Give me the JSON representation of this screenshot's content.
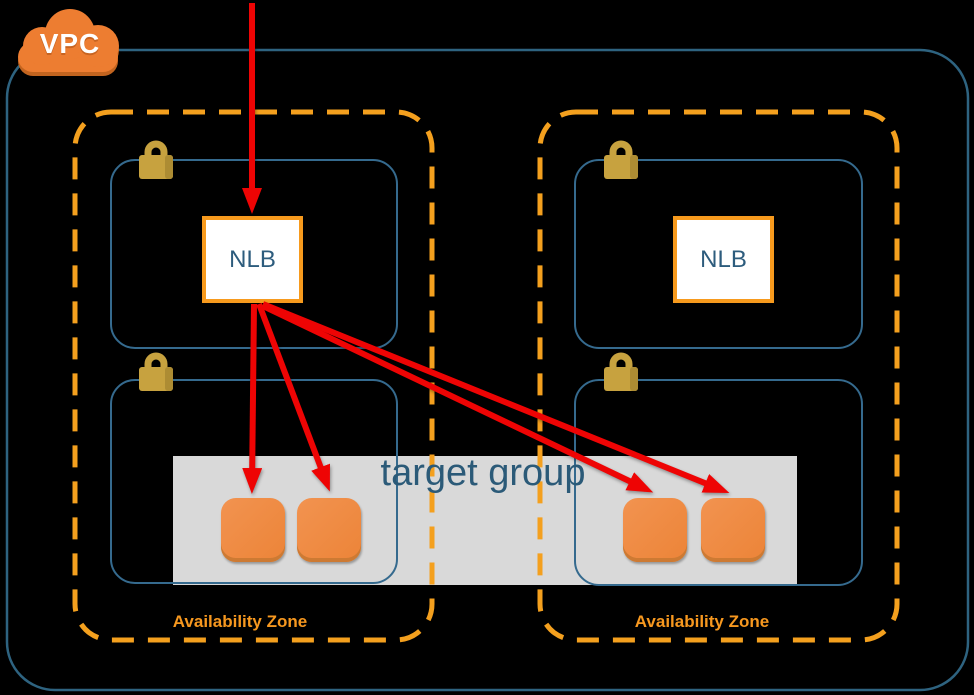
{
  "vpc": {
    "label": "VPC"
  },
  "availability_zones": [
    {
      "label": "Availability Zone"
    },
    {
      "label": "Availability Zone"
    }
  ],
  "subnets": {
    "count": 4,
    "lock_icon": "lock-icon"
  },
  "load_balancers": [
    {
      "label": "NLB"
    },
    {
      "label": "NLB"
    }
  ],
  "target_group": {
    "label": "target group",
    "instance_icon": "instance-icon",
    "instance_count": 4
  },
  "arrows": [
    {
      "from": "external-traffic",
      "to": "nlb-left"
    },
    {
      "from": "nlb-left",
      "to": "instance-1"
    },
    {
      "from": "nlb-left",
      "to": "instance-2"
    },
    {
      "from": "nlb-left",
      "to": "instance-3"
    },
    {
      "from": "nlb-left",
      "to": "instance-4"
    }
  ],
  "icons": {
    "cloud": "vpc-cloud-icon",
    "lock": "lock-icon",
    "instance": "instance-icon"
  },
  "colors": {
    "background": "#000000",
    "vpc_border_teal": "#2e6380",
    "subnet_border_teal": "#356a8e",
    "az_dash_orange": "#f4a01e",
    "nlb_border_orange": "#f79a1d",
    "cloud_orange": "#ed7d31",
    "cloud_shadow_orange": "#c2641f",
    "lock_gold": "#c7a23f",
    "instance_orange": "#ec8438",
    "target_group_bg": "#d9d9d9",
    "label_teal": "#2b5a78",
    "az_label_orange": "#f7981f",
    "arrow_red": "#ee0404"
  }
}
